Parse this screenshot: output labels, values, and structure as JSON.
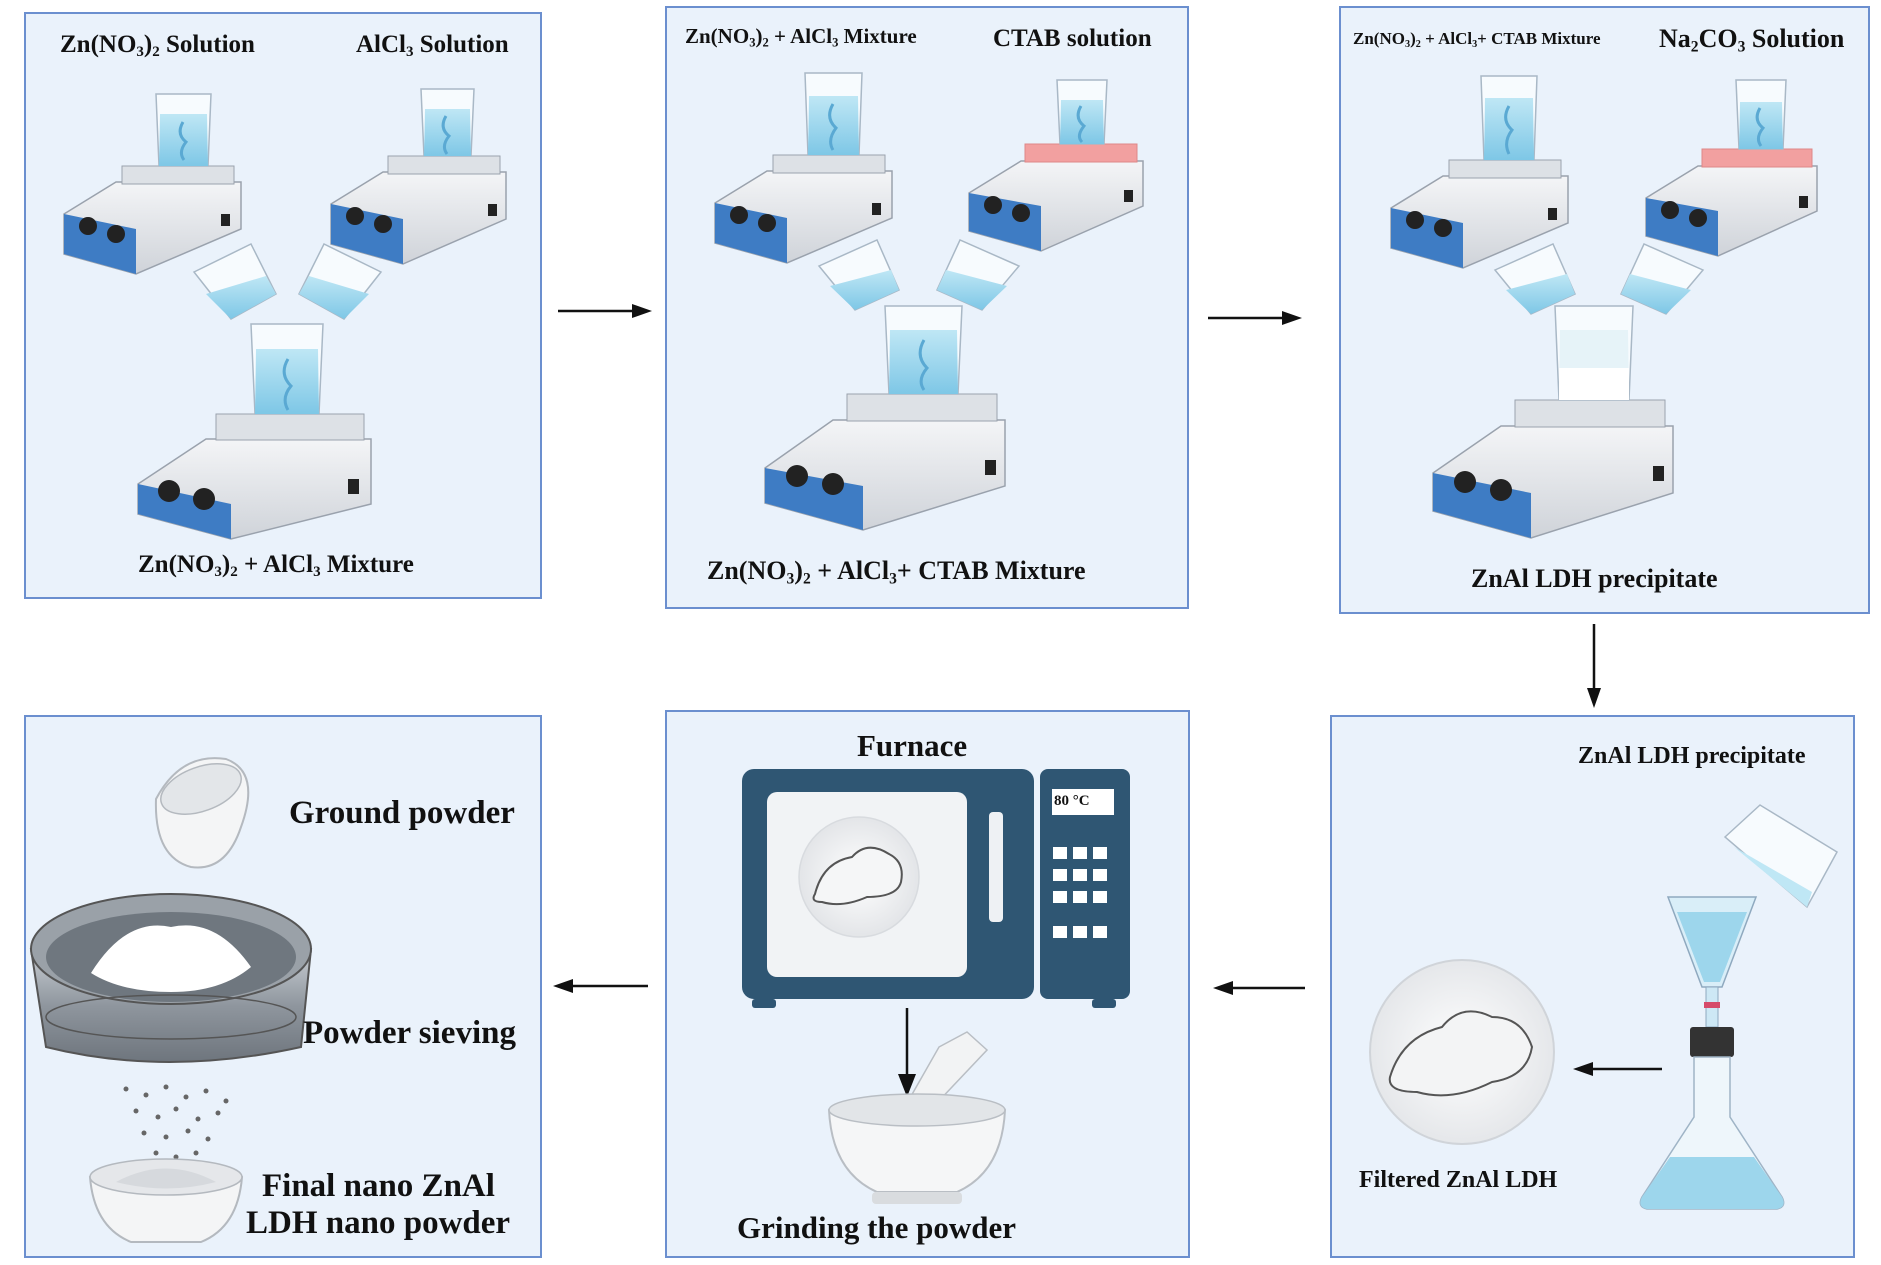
{
  "panels": {
    "p1": {
      "left_label": {
        "pre": "Zn(NO",
        "sub": "3",
        "post": ")",
        "sub2": "2",
        "post2": " Solution"
      },
      "right_label": {
        "pre": "AlCl",
        "sub": "3",
        "post": " Solution"
      },
      "caption": {
        "pre": "Zn(NO",
        "sub": "3",
        "post": ")",
        "sub2": "2",
        "post2": " + AlCl",
        "sub3": "3",
        "post3": " Mixture"
      }
    },
    "p2": {
      "left_label": {
        "pre": "Zn(NO",
        "sub": "3",
        "post": ")",
        "sub2": "2",
        "post2": " + AlCl",
        "sub3": "3",
        "post3": " Mixture"
      },
      "right_label": "CTAB solution",
      "caption": {
        "pre": "Zn(NO",
        "sub": "3",
        "post": ")",
        "sub2": "2",
        "post2": " + AlCl",
        "sub3": "3",
        "post3": "+ CTAB Mixture"
      }
    },
    "p3": {
      "left_label": {
        "pre": "Zn(NO",
        "sub": "3",
        "post": ")",
        "sub2": "2",
        "post2": " + AlCl",
        "sub3": "3",
        "post3": "+ CTAB Mixture"
      },
      "right_label": {
        "pre": "Na",
        "sub": "2",
        "post": "CO",
        "sub2": "3",
        "post2": " Solution"
      },
      "caption": "ZnAl LDH precipitate"
    },
    "p4": {
      "title": "ZnAl LDH precipitate",
      "caption": "Filtered ZnAl LDH"
    },
    "p5": {
      "title": "Furnace",
      "temperature": "80 °C",
      "caption": "Grinding the  powder"
    },
    "p6": {
      "ground": "Ground powder",
      "sieving": "Powder sieving",
      "final_line1": "Final nano ZnAl",
      "final_line2": "LDH nano powder"
    }
  },
  "colors": {
    "panel_bg": "#eaf2fb",
    "panel_border": "#6b8fcf",
    "stirrer_blue": "#3e7cc4",
    "solution_blue": "#9dd6ec",
    "hotplate_red": "#f2a0a0",
    "furnace_dark": "#2f5673"
  }
}
